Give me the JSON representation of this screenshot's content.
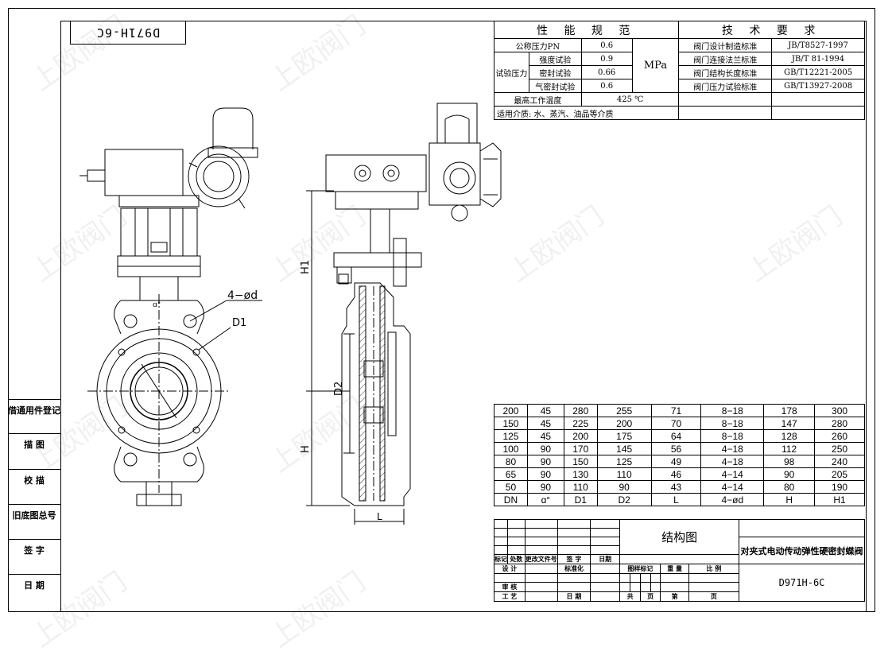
{
  "drawing_title_mirrored": "D971H-6C",
  "watermark": "上欧阀门",
  "side_labels": [
    "借通用件登记",
    "描 图",
    "校 描",
    "旧底图总号",
    "签 字",
    "日 期"
  ],
  "spec": {
    "header_left": "性 能 规 范",
    "header_right": "技 术 要 求",
    "pn_label": "公称压力PN",
    "pn_value": "0.6",
    "test_pressure_label": "试验压力",
    "strength_label": "强度试验",
    "strength_value": "0.9",
    "seal_label": "密封试验",
    "seal_value": "0.66",
    "air_label": "气密封试验",
    "air_value": "0.6",
    "unit": "MPa",
    "max_temp_label": "最高工作温度",
    "max_temp_value": "425 ℃",
    "medium": "适用介质: 水、蒸汽、油品等介质",
    "standards": [
      {
        "label": "阀门设计制造标准",
        "value": "JB/T8527-1997"
      },
      {
        "label": "阀门连接法兰标准",
        "value": "JB/T 81-1994"
      },
      {
        "label": "阀门结构长度标准",
        "value": "GB/T12221-2005"
      },
      {
        "label": "阀门压力试验标准",
        "value": "GB/T13927-2008"
      }
    ]
  },
  "dimensions": {
    "headers": [
      "DN",
      "ɑ°",
      "D1",
      "D2",
      "L",
      "4−ød",
      "H",
      "H1"
    ],
    "rows": [
      [
        "200",
        "45",
        "280",
        "255",
        "71",
        "8−18",
        "178",
        "300"
      ],
      [
        "150",
        "45",
        "225",
        "200",
        "70",
        "8−18",
        "147",
        "280"
      ],
      [
        "125",
        "45",
        "200",
        "175",
        "64",
        "8−18",
        "128",
        "260"
      ],
      [
        "100",
        "90",
        "170",
        "145",
        "56",
        "4−18",
        "112",
        "250"
      ],
      [
        "80",
        "90",
        "150",
        "125",
        "49",
        "4−18",
        "98",
        "240"
      ],
      [
        "65",
        "90",
        "130",
        "110",
        "46",
        "4−14",
        "90",
        "205"
      ],
      [
        "50",
        "90",
        "110",
        "90",
        "43",
        "4−14",
        "80",
        "190"
      ]
    ]
  },
  "title_block": {
    "drawing_type": "结构图",
    "product_name": "对夹式电动传动弹性硬密封蝶阀",
    "model": "D971H-6C",
    "labels": {
      "mark": "标记",
      "count": "处数",
      "change_doc": "更改文件号",
      "sign": "签 字",
      "date": "日期",
      "design": "设 计",
      "standardize": "标准化",
      "sample_mark": "图样标记",
      "weight": "重 量",
      "scale": "比 例",
      "review": "审 核",
      "process": "工 艺",
      "date2": "日 期",
      "total": "共",
      "page": "页",
      "number": "第",
      "page2": "页"
    }
  },
  "drawing_labels": {
    "holes": "4−ød",
    "d1": "D1",
    "d2": "D2",
    "h": "H",
    "h1": "H1",
    "l": "L",
    "alpha": "ɑ°"
  }
}
